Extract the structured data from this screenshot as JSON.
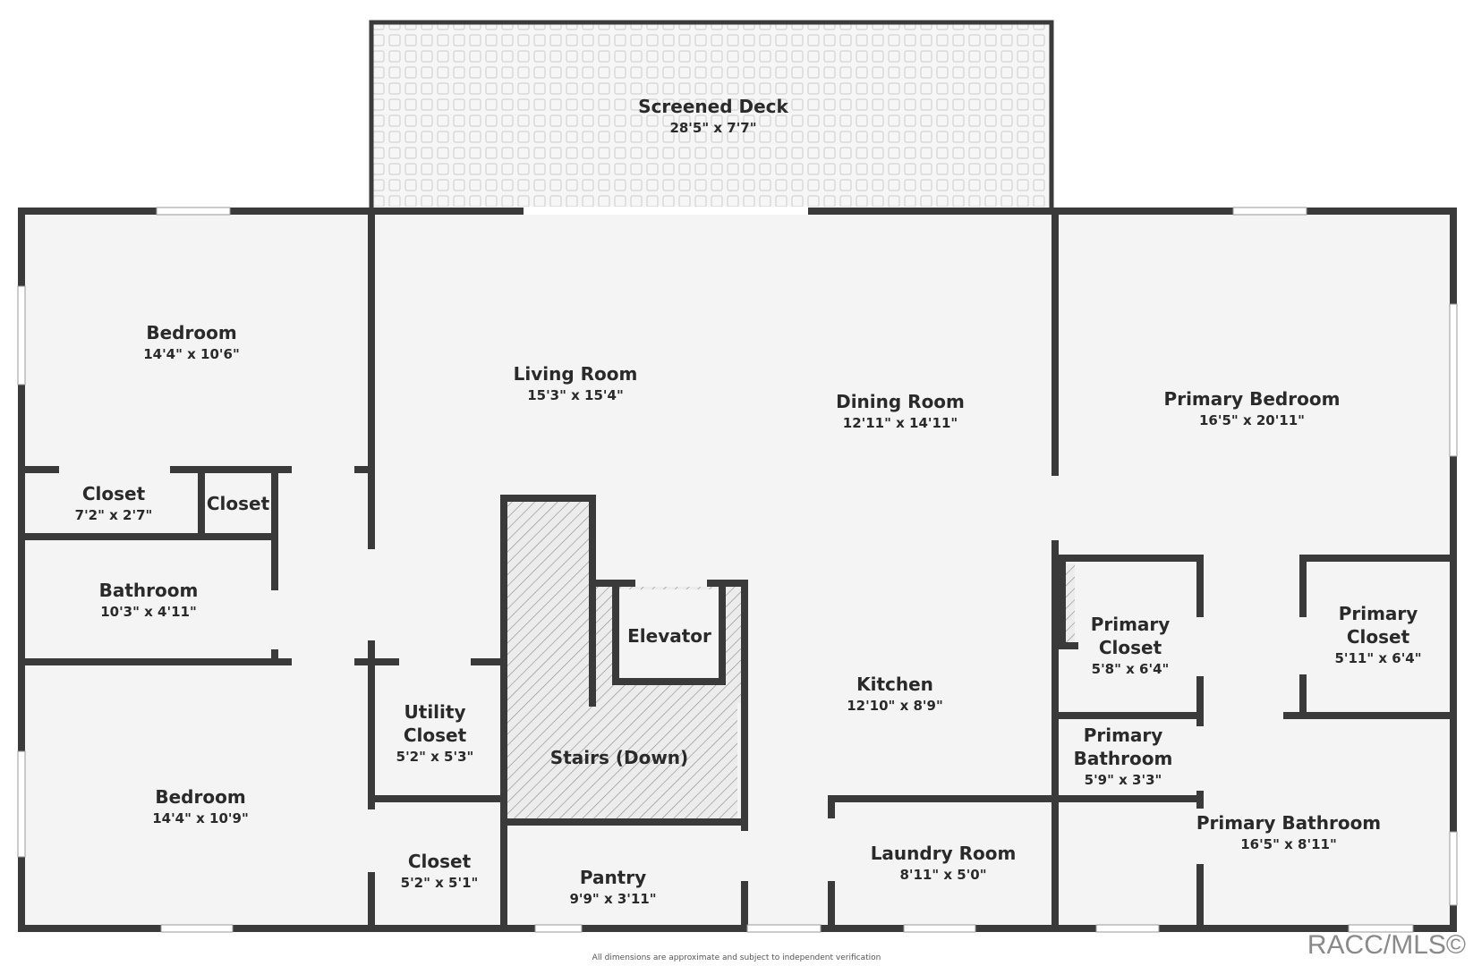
{
  "rooms": [
    {
      "id": "screened-deck",
      "name": [
        "Screened Deck"
      ],
      "dims": "28'5\" x 7'7\""
    },
    {
      "id": "bedroom-1",
      "name": [
        "Bedroom"
      ],
      "dims": "14'4\" x 10'6\""
    },
    {
      "id": "living-room",
      "name": [
        "Living Room"
      ],
      "dims": "15'3\" x 15'4\""
    },
    {
      "id": "dining-room",
      "name": [
        "Dining Room"
      ],
      "dims": "12'11\" x 14'11\""
    },
    {
      "id": "primary-bedroom",
      "name": [
        "Primary Bedroom"
      ],
      "dims": "16'5\" x 20'11\""
    },
    {
      "id": "closet-1",
      "name": [
        "Closet"
      ],
      "dims": "7'2\" x 2'7\""
    },
    {
      "id": "closet-2",
      "name": [
        "Closet"
      ],
      "dims": ""
    },
    {
      "id": "bathroom",
      "name": [
        "Bathroom"
      ],
      "dims": "10'3\" x 4'11\""
    },
    {
      "id": "elevator",
      "name": [
        "Elevator"
      ],
      "dims": ""
    },
    {
      "id": "primary-closet-1",
      "name": [
        "Primary",
        "Closet"
      ],
      "dims": "5'8\" x 6'4\""
    },
    {
      "id": "primary-closet-2",
      "name": [
        "Primary",
        "Closet"
      ],
      "dims": "5'11\" x 6'4\""
    },
    {
      "id": "kitchen",
      "name": [
        "Kitchen"
      ],
      "dims": "12'10\" x 8'9\""
    },
    {
      "id": "utility-closet",
      "name": [
        "Utility",
        "Closet"
      ],
      "dims": "5'2\" x 5'3\""
    },
    {
      "id": "stairs",
      "name": [
        "Stairs (Down)"
      ],
      "dims": ""
    },
    {
      "id": "primary-bathroom-small",
      "name": [
        "Primary",
        "Bathroom"
      ],
      "dims": "5'9\" x 3'3\""
    },
    {
      "id": "bedroom-2",
      "name": [
        "Bedroom"
      ],
      "dims": "14'4\" x 10'9\""
    },
    {
      "id": "primary-bathroom",
      "name": [
        "Primary Bathroom"
      ],
      "dims": "16'5\" x 8'11\""
    },
    {
      "id": "closet-3",
      "name": [
        "Closet"
      ],
      "dims": "5'2\" x 5'1\""
    },
    {
      "id": "laundry-room",
      "name": [
        "Laundry Room"
      ],
      "dims": "8'11\" x 5'0\""
    },
    {
      "id": "pantry",
      "name": [
        "Pantry"
      ],
      "dims": "9'9\" x 3'11\""
    }
  ],
  "disclaimer": "All dimensions are approximate and subject to independent verification",
  "watermark": "RACC/MLS©",
  "colors": {
    "wall": "#3a3a3a",
    "floor": "#f4f4f4",
    "window": "#ffffff",
    "window_edge": "#9a9a9a",
    "deck_tile": "#d6d6d6"
  }
}
